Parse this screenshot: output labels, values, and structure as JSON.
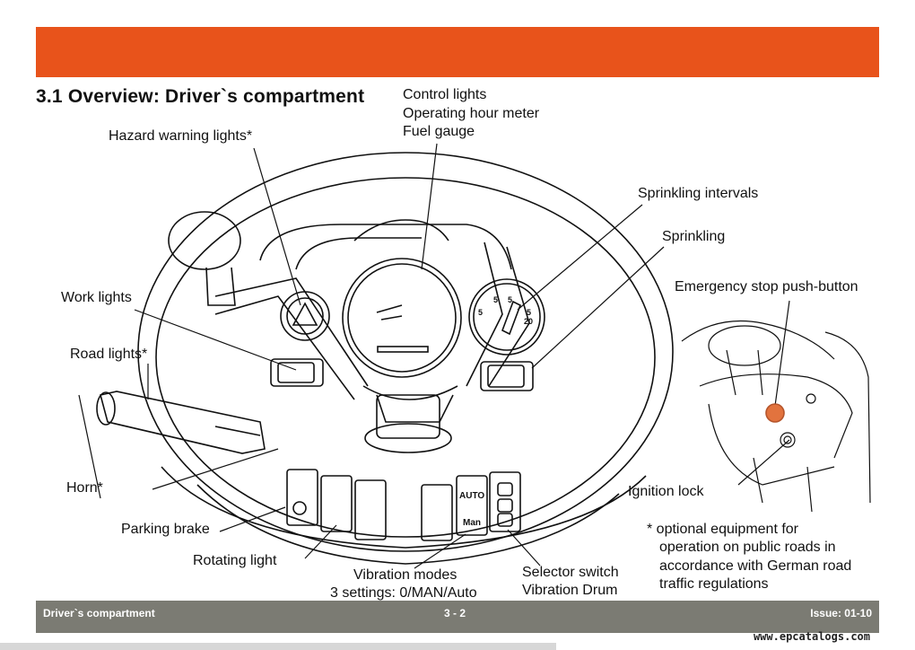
{
  "header": {
    "title": "3.1  Overview: Driver`s compartment",
    "bar_color": "#e8531b"
  },
  "labels": {
    "control_lights": "Control lights",
    "operating_hour_meter": "Operating hour meter",
    "fuel_gauge": "Fuel gauge",
    "hazard_warning_lights": "Hazard warning lights*",
    "sprinkling_intervals": "Sprinkling intervals",
    "sprinkling": "Sprinkling",
    "emergency_stop": "Emergency stop push-button",
    "work_lights": "Work lights",
    "road_lights": "Road lights*",
    "horn": "Horn*",
    "ignition_lock": "Ignition lock",
    "parking_brake": "Parking brake",
    "rotating_light": "Rotating light",
    "vibration_modes": "Vibration modes",
    "vibration_settings": "3 settings: 0/MAN/Auto",
    "selector_switch": "Selector switch",
    "vibration_drum": "Vibration Drum"
  },
  "note": {
    "line1": "* optional equipment for",
    "line2": "operation on public roads in",
    "line3": "accordance with German road",
    "line4": "traffic  regulations"
  },
  "switch_text": {
    "auto": "AUTO",
    "man": "Man"
  },
  "dial_text": {
    "a": "5",
    "b": "5",
    "c": "5",
    "d": "5",
    "e": "20"
  },
  "footer": {
    "left": "Driver`s compartment",
    "center": "3 - 2",
    "right": "Issue: 01-10",
    "color": "#7b7b73"
  },
  "watermark": "www.epcatalogs.com"
}
